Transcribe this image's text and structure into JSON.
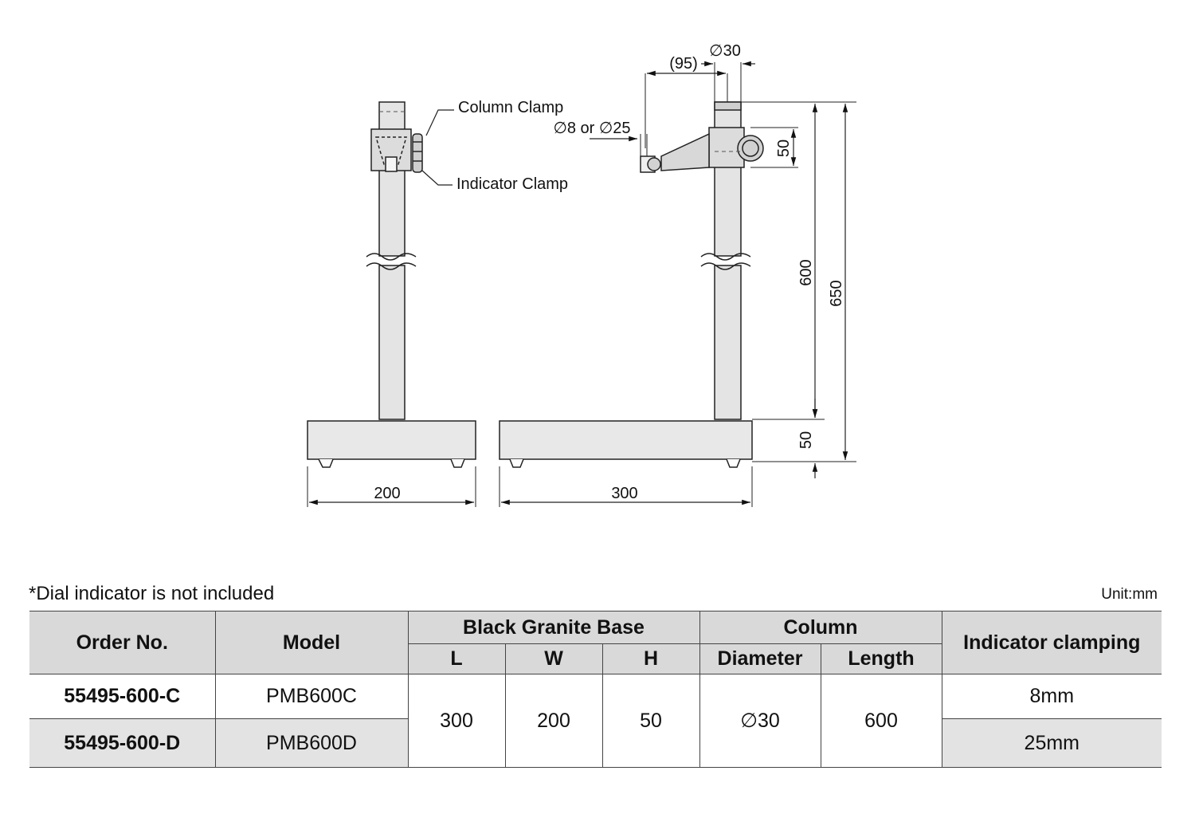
{
  "drawing": {
    "labels": {
      "column_clamp": "Column Clamp",
      "indicator_clamp": "Indicator Clamp",
      "stem_diameter": "∅8 or ∅25"
    },
    "dimensions": {
      "reach": "(95)",
      "column_diameter": "∅30",
      "clamp_height": "50",
      "column_length": "600",
      "total_height": "650",
      "base_height": "50",
      "base_width": "200",
      "base_length": "300"
    }
  },
  "note": "*Dial indicator is not included",
  "unit": "Unit:mm",
  "table": {
    "headers": {
      "order_no": "Order No.",
      "model": "Model",
      "base_group": "Black Granite Base",
      "base_l": "L",
      "base_w": "W",
      "base_h": "H",
      "column_group": "Column",
      "col_diameter": "Diameter",
      "col_length": "Length",
      "indicator_clamping": "Indicator clamping"
    },
    "rows": [
      {
        "order_no": "55495-600-C",
        "model": "PMB600C",
        "indicator_clamping": "8mm"
      },
      {
        "order_no": "55495-600-D",
        "model": "PMB600D",
        "indicator_clamping": "25mm"
      }
    ],
    "shared": {
      "l": "300",
      "w": "200",
      "h": "50",
      "diameter": "∅30",
      "length": "600"
    }
  }
}
